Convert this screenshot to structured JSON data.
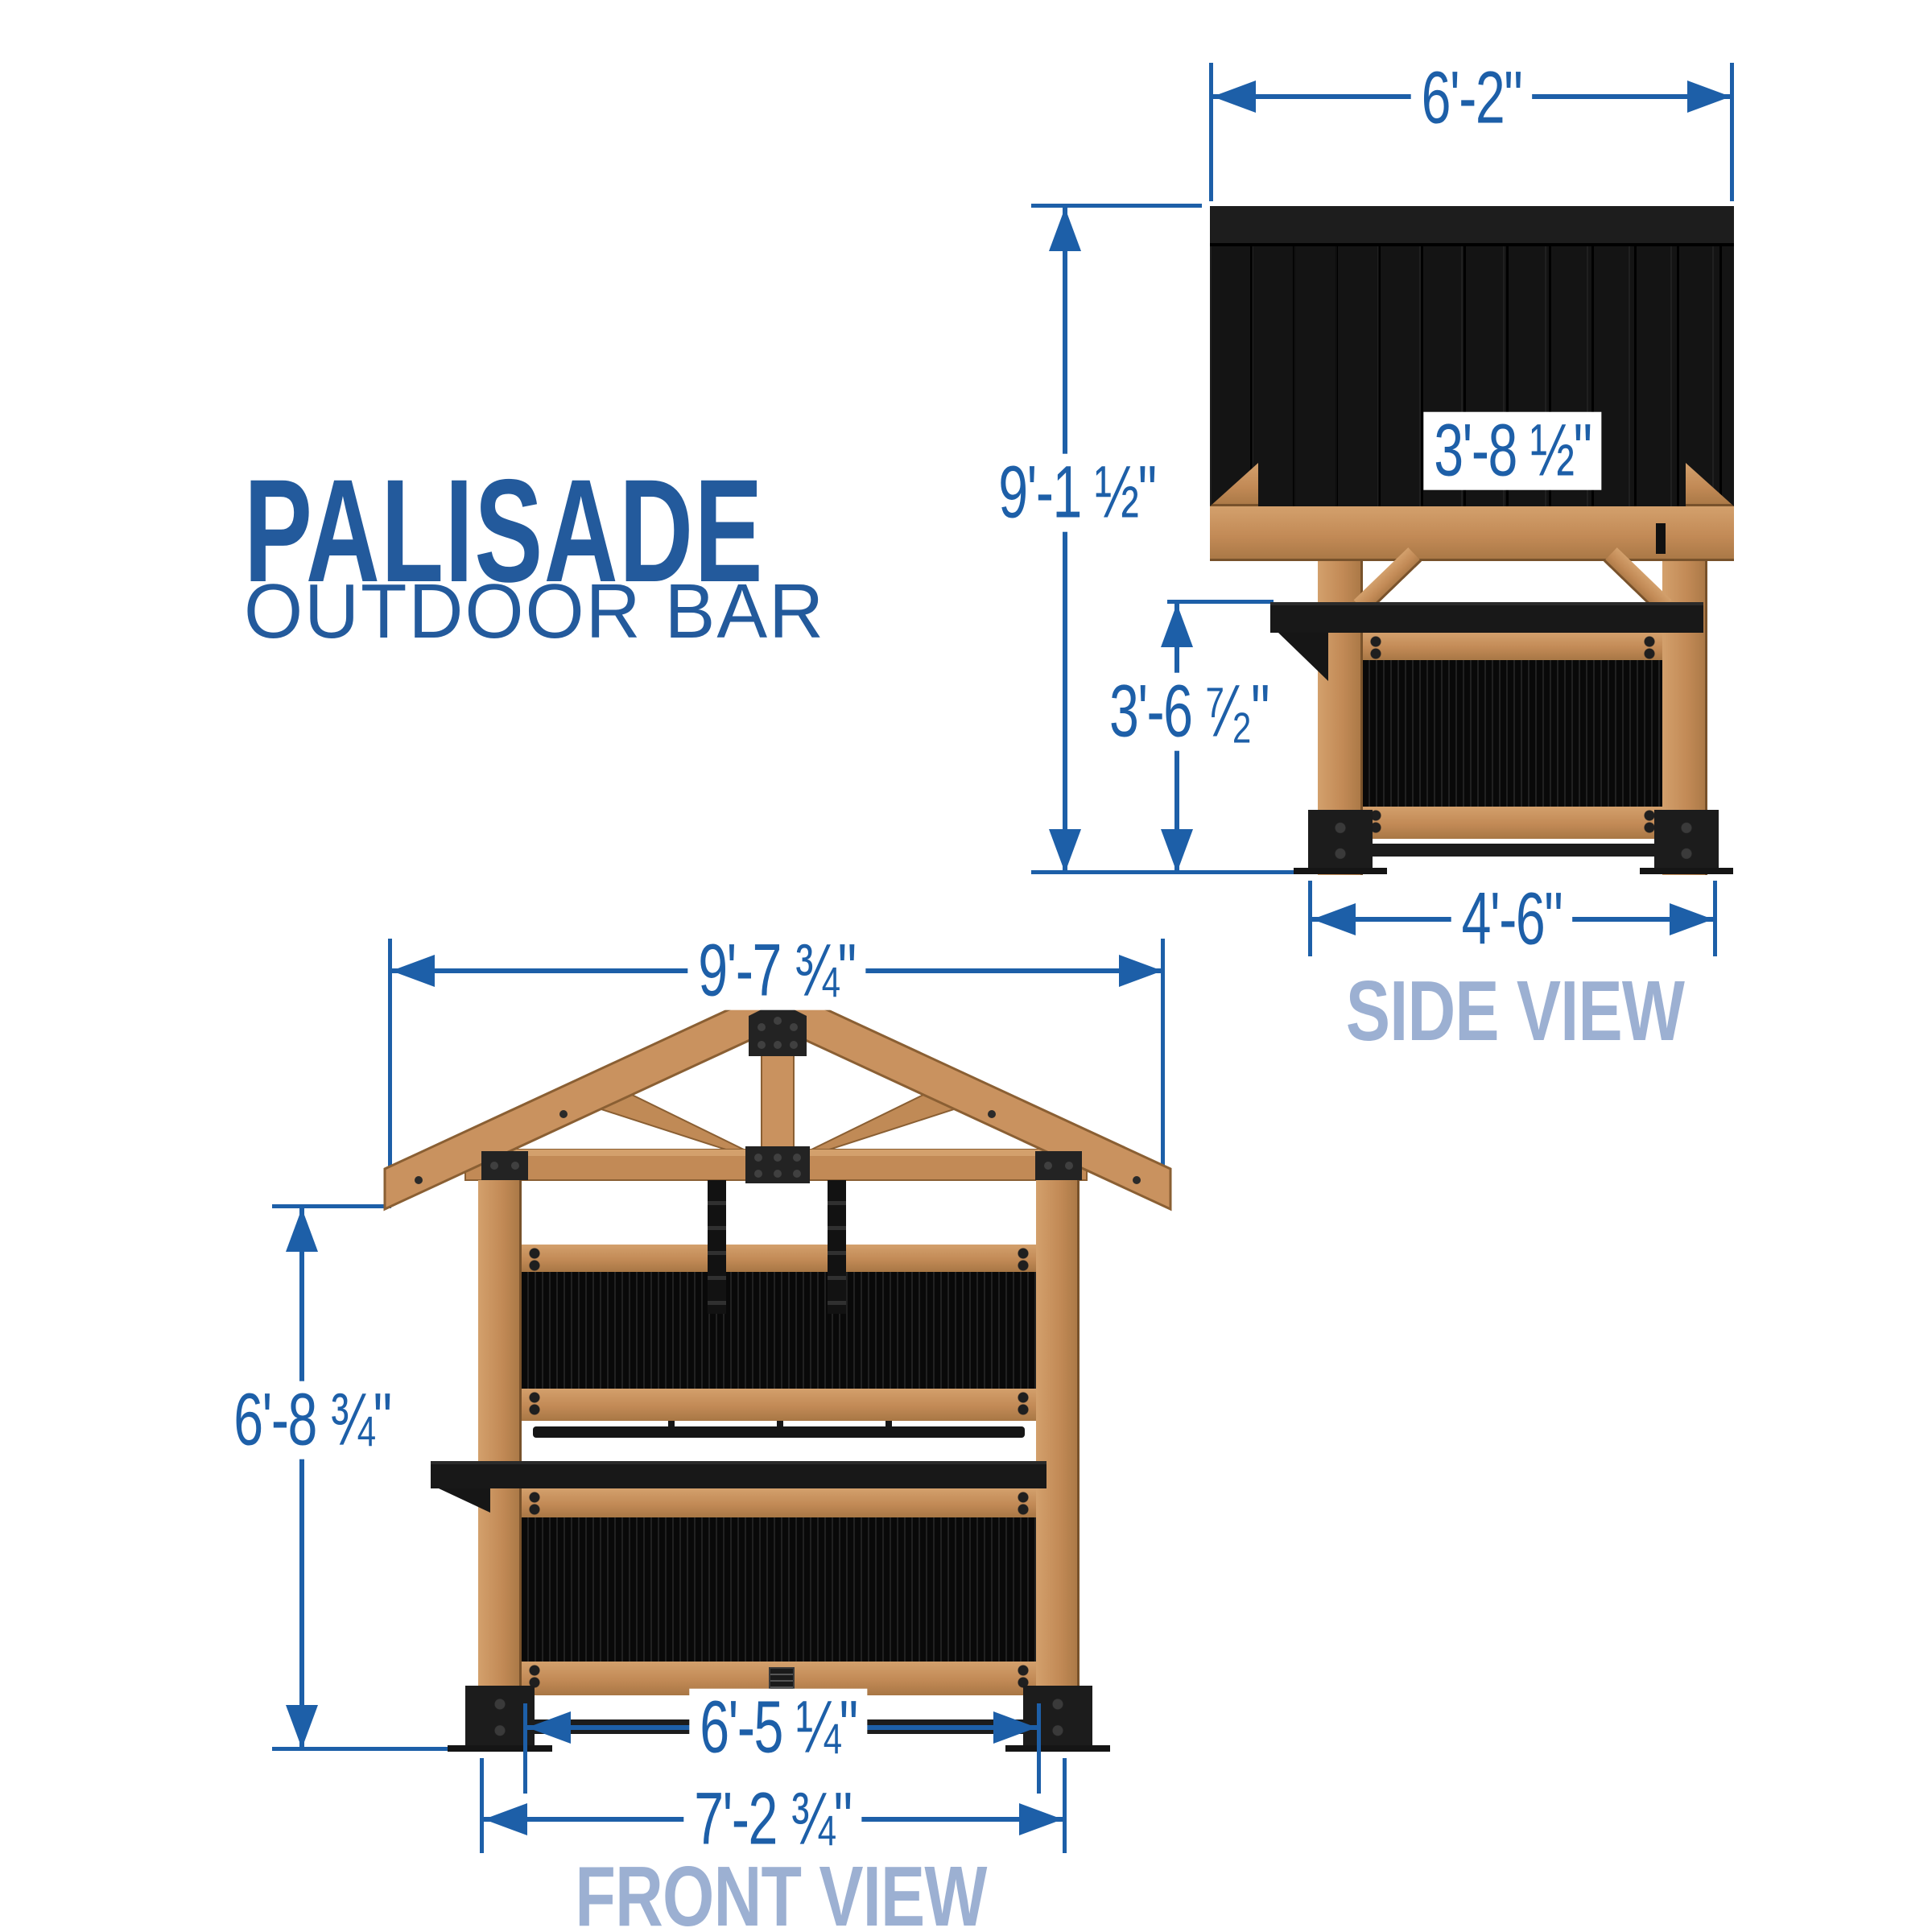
{
  "title": {
    "name": "PALISADE",
    "subtitle": "OUTDOOR BAR"
  },
  "side_view": {
    "label": "SIDE VIEW",
    "dimensions": {
      "roof_width": "6'-2\"",
      "overall_height": "9'-1 ½\"",
      "post_spacing": "3'-8 ½\"",
      "counter_height": "3'-6 ⁷⁄₂\"",
      "base_depth": "4'-6\""
    }
  },
  "front_view": {
    "label": "FRONT VIEW",
    "dimensions": {
      "roof_width": "9'-7 ¾\"",
      "overall_height": "6'-8 ¾\"",
      "post_spacing": "6'-5 ¼\"",
      "base_width": "7'-2 ¾\""
    }
  },
  "colors": {
    "dim_blue": "#1d5fa8",
    "title_blue": "#235a9c",
    "label_blue": "#9cb0d2",
    "wood_light": "#d3a06c",
    "wood_mid": "#c28a56",
    "wood_dark": "#a87745",
    "black_panel": "#131313"
  }
}
